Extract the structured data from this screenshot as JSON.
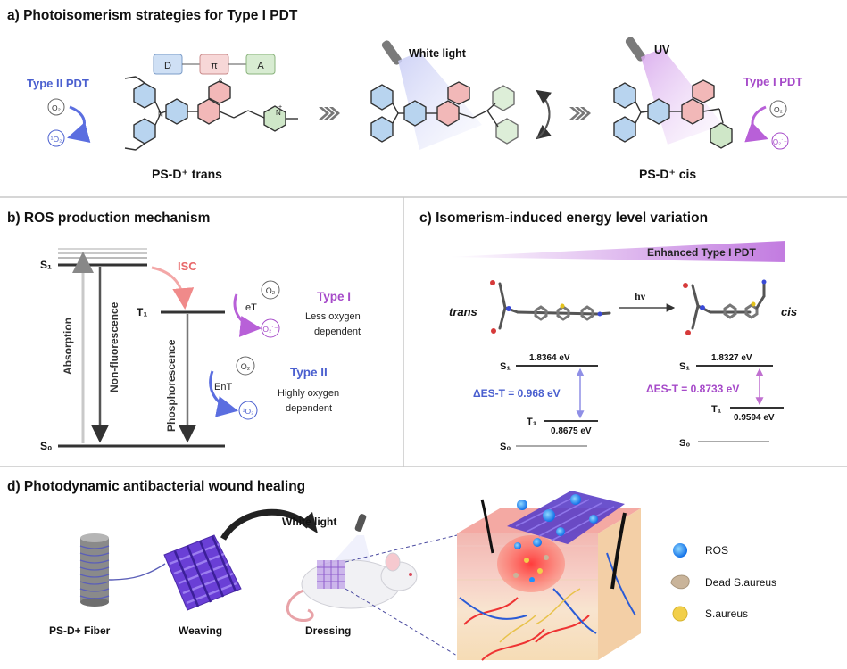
{
  "panel_a": {
    "title": "a) Photoisomerism strategies for Type I PDT",
    "blocks": [
      "D",
      "π",
      "A"
    ],
    "type2_label": "Type II PDT",
    "type1_label": "Type I PDT",
    "white_light": "White light",
    "uv": "UV",
    "trans_label": "PS-D⁺  trans",
    "cis_label": "PS-D⁺ cis",
    "o2": "O₂",
    "singlet_o2": "¹O₂",
    "superoxide": "O₂˙⁻"
  },
  "panel_b": {
    "title": "b) ROS production mechanism",
    "s1": "S₁",
    "t1": "T₁",
    "s0": "S₀",
    "isc": "ISC",
    "absorption": "Absorption",
    "non_fluorescence": "Non-fluorescence",
    "phosphorescence": "Phosphorescence",
    "et": "eT",
    "ent": "EnT",
    "o2": "O₂",
    "superoxide": "O₂˙⁻",
    "singlet_o2": "¹O₂",
    "type1": "Type I",
    "type1_desc_1": "Less oxygen",
    "type1_desc_2": "dependent",
    "type2": "Type II",
    "type2_desc_1": "Highly oxygen",
    "type2_desc_2": "dependent"
  },
  "panel_c": {
    "title": "c) Isomerism-induced energy level variation",
    "banner": "Enhanced Type I PDT",
    "trans": "trans",
    "cis": "cis",
    "hv": "hν",
    "s1": "S₁",
    "t1": "T₁",
    "s0": "S₀",
    "trans_s1_ev": "1.8364 eV",
    "trans_t1_ev": "0.8675 eV",
    "trans_dest": "ΔES-T = 0.968 eV",
    "cis_s1_ev": "1.8327 eV",
    "cis_t1_ev": "0.9594 eV",
    "cis_dest": "ΔES-T = 0.8733 eV"
  },
  "panel_d": {
    "title": "d) Photodynamic antibacterial wound healing",
    "white_light": "White light",
    "fiber": "PS-D+ Fiber",
    "weaving": "Weaving",
    "dressing": "Dressing",
    "legend": [
      {
        "label": "ROS",
        "color": "#1e90ff"
      },
      {
        "label": "Dead S.aureus",
        "color": "#c9b49a"
      },
      {
        "label": "S.aureus",
        "color": "#f2cf4a"
      }
    ]
  },
  "colors": {
    "type1": "#a64ac9",
    "type2": "#4a5fcf",
    "isc": "#e8686a",
    "divider": "#c8c8c8"
  }
}
